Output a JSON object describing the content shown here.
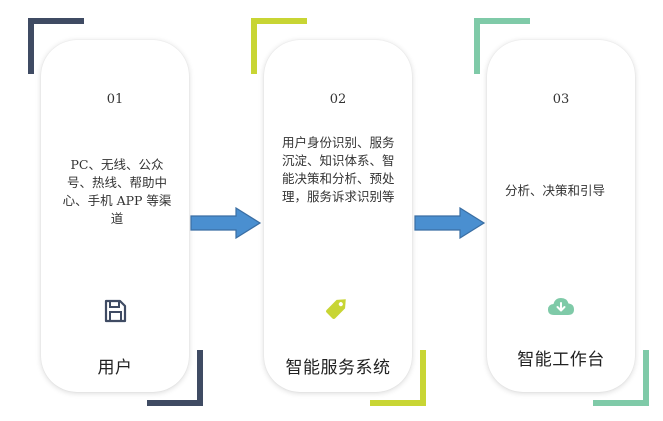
{
  "colors": {
    "navy": "#3f4b63",
    "lime": "#c8d534",
    "mint": "#7fcaa8",
    "arrow_fill": "#4a8fd0",
    "arrow_stroke": "#3a6ea3"
  },
  "steps": [
    {
      "num": "01",
      "desc": "PC、无线、公众号、热线、帮助中心、手机 APP 等渠道",
      "icon": "save-icon",
      "title": "用户"
    },
    {
      "num": "02",
      "desc": "用户身份识别、服务沉淀、知识体系、智能决策和分析、预处理，服务诉求识别等",
      "icon": "tag-icon",
      "title": "智能服务系统"
    },
    {
      "num": "03",
      "desc": "分析、决策和引导",
      "icon": "cloud-download-icon",
      "title": "智能工作台"
    }
  ]
}
